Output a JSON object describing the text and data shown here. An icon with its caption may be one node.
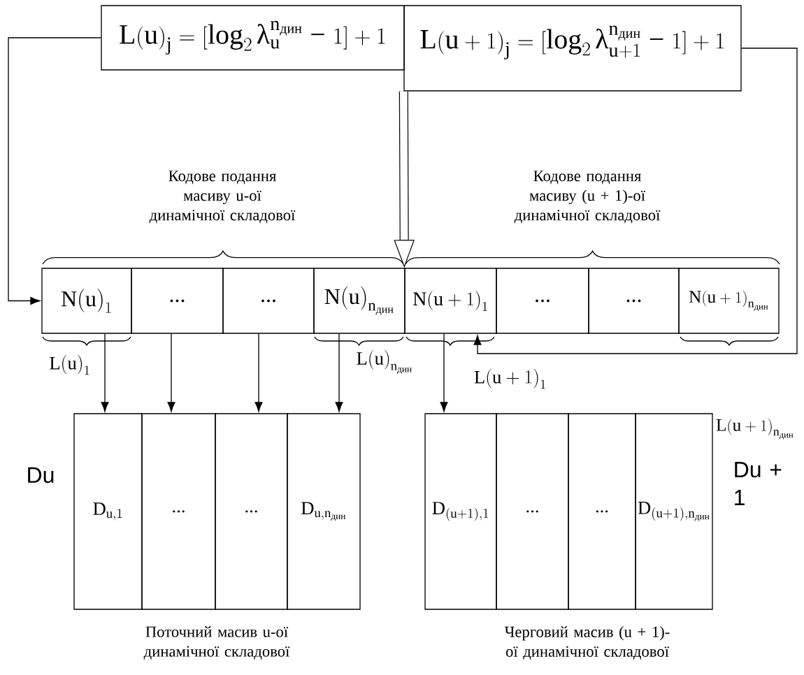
{
  "diagram": {
    "nodes": [
      {
        "text": [
          "\\mathrm{L(u)}_{\\mathrm{j}}=[\\mathrm{log}_{2}\\,\\text{λ}_{\\mathrm{u}}^{\\mathrm{n}_{\\text{дин}}}\\text{ − }1]+1"
        ]
      },
      {
        "text": [
          "\\mathrm{L(u}+1\\mathrm{)}_{\\mathrm{j}}=[\\mathrm{log}_{2}\\,\\text{λ}_{\\mathrm{u}+1}^{\\mathrm{n}_{\\text{дин}}}\\text{ − }1]+1"
        ]
      },
      {
        "text": [
          "\\mathrm{N(u)}_{1}"
        ]
      },
      {
        "text": [
          "..."
        ]
      },
      {
        "text": [
          "..."
        ]
      },
      {
        "text": [
          "\\mathrm{N(u)}_{\\mathrm{n}_{\\text{дин}}}"
        ]
      },
      {
        "text": [
          "\\mathrm{N(u}+1\\mathrm{)}_{1}"
        ]
      },
      {
        "text": [
          "..."
        ]
      },
      {
        "text": [
          "..."
        ]
      },
      {
        "text": [
          "\\mathrm{N(u}+1\\mathrm{)}_{\\mathrm{n}_{\\text{дин}}}"
        ]
      },
      {
        "text": [
          "\\mathrm{D}_{\\mathrm{u},1}"
        ]
      },
      {
        "text": [
          "..."
        ]
      },
      {
        "text": [
          "..."
        ]
      },
      {
        "text": [
          "\\mathrm{D}_{\\mathrm{u},\\mathrm{n}_{\\text{дин}}}"
        ]
      },
      {
        "text": [
          "\\mathrm{D}_{(\\mathrm{u}+1),1}"
        ]
      },
      {
        "text": [
          "..."
        ]
      },
      {
        "text": [
          "..."
        ]
      },
      {
        "text": [
          "\\mathrm{D}_{(\\mathrm{u}+1),\\mathrm{n}_{\\text{дин}}}"
        ]
      }
    ],
    "edges": [
      {
        "from": 0,
        "to": 2,
        "arrow": "to"
      },
      {
        "from": 1,
        "to": 6,
        "arrow": "to",
        "style": "thick"
      },
      {
        "from": 1,
        "to": 6,
        "arrow": "to"
      },
      {
        "from": 2,
        "to": 10,
        "arrow": "to"
      },
      {
        "from": 3,
        "to": 11,
        "arrow": "to"
      },
      {
        "from": 4,
        "to": 12,
        "arrow": "to"
      },
      {
        "from": 5,
        "to": 13,
        "arrow": "to"
      },
      {
        "from": 6,
        "to": 14,
        "arrow": "to"
      }
    ],
    "labels": [
      "Кодове подання масиву u-ої динамічної складової",
      "Кодове подання масиву (u + 1)-ої динамічної складової",
      "\\mathrm{L(u)}_{1}",
      "\\mathrm{L(u)}_{\\mathrm{n}_{\\text{дин}}}",
      "\\mathrm{L(u}+1\\mathrm{)}_{1}",
      "\\mathrm{L(u}+1\\mathrm{)}_{\\mathrm{n}_{\\text{дин}}}",
      "Du",
      "Du + 1",
      "Поточний масив u-ої динамічної складової",
      "Черговий масив (u + 1)-ої динамічної складової"
    ]
  }
}
